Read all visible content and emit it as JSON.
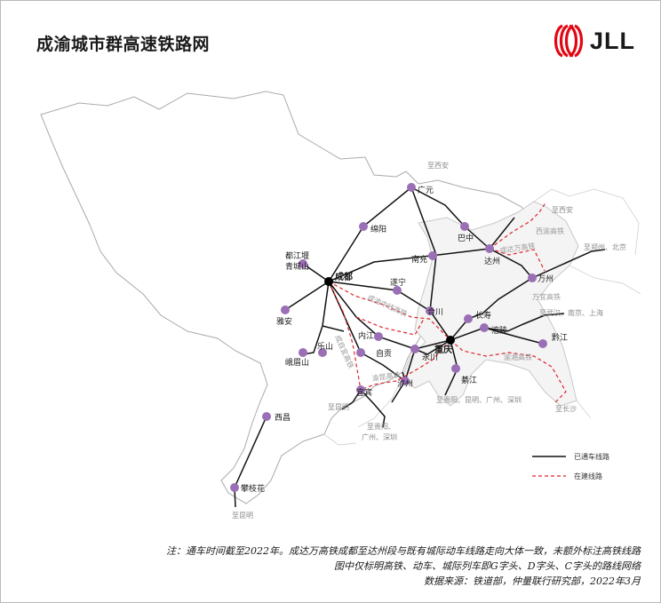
{
  "title": "成渝城市群高速铁路网",
  "brand": {
    "name": "JLL",
    "accent": "#e30613"
  },
  "colors": {
    "operating": "#111111",
    "construction": "#e0242b",
    "station": "#9b6fb5",
    "hub": "#000000"
  },
  "cities": [
    {
      "id": "chengdu",
      "name": "成都",
      "major": true
    },
    {
      "id": "chongqing",
      "name": "重庆",
      "major": true
    },
    {
      "id": "guangyuan",
      "name": "广元"
    },
    {
      "id": "mianyang",
      "name": "绵阳"
    },
    {
      "id": "bazhong",
      "name": "巴中"
    },
    {
      "id": "dujiangyan",
      "name": "都江堰"
    },
    {
      "id": "qingchengshan",
      "name": "青城山"
    },
    {
      "id": "nanchong",
      "name": "南充"
    },
    {
      "id": "dazhou",
      "name": "达州"
    },
    {
      "id": "wanzhou",
      "name": "万州"
    },
    {
      "id": "suining",
      "name": "遂宁"
    },
    {
      "id": "hechuan",
      "name": "合川"
    },
    {
      "id": "yaan",
      "name": "雅安"
    },
    {
      "id": "changshou",
      "name": "长寿"
    },
    {
      "id": "fuling",
      "name": "涪陵"
    },
    {
      "id": "qianjiang",
      "name": "黔江"
    },
    {
      "id": "neijiang",
      "name": "内江"
    },
    {
      "id": "yongchuan",
      "name": "永川"
    },
    {
      "id": "leshan",
      "name": "乐山"
    },
    {
      "id": "emeishan",
      "name": "峨眉山"
    },
    {
      "id": "zigong",
      "name": "自贡"
    },
    {
      "id": "qijiang",
      "name": "綦江"
    },
    {
      "id": "yibin",
      "name": "宜宾"
    },
    {
      "id": "luzhou",
      "name": "泸州"
    },
    {
      "id": "xichang",
      "name": "西昌"
    },
    {
      "id": "panzhihua",
      "name": "攀枝花"
    }
  ],
  "destinations": [
    {
      "id": "to-xian-1",
      "text": "至西安"
    },
    {
      "id": "to-xian-2",
      "text": "至西安"
    },
    {
      "id": "to-zhengzhou",
      "text": "至郑州、北京"
    },
    {
      "id": "to-wuhan",
      "text": "至武汉、南京、上海"
    },
    {
      "id": "to-changsha",
      "text": "至长沙"
    },
    {
      "id": "to-guiyang-1",
      "text": "至贵阳、昆明、广州、深圳"
    },
    {
      "id": "to-guiyang-2",
      "text": "至贵阳、"
    },
    {
      "id": "to-guiyang-3",
      "text": "广州、深圳"
    },
    {
      "id": "to-kunming-1",
      "text": "至昆明"
    },
    {
      "id": "to-kunming-2",
      "text": "至昆明"
    }
  ],
  "line_labels": [
    {
      "id": "xiyu",
      "text": "西渝高铁"
    },
    {
      "id": "chengdawan",
      "text": "成达万高铁"
    },
    {
      "id": "wanyi",
      "text": "万宜高铁"
    },
    {
      "id": "chengyuzhong",
      "text": "成渝中线高铁"
    },
    {
      "id": "chengzigong",
      "text": "成自宜高铁"
    },
    {
      "id": "yukunma",
      "text": "渝昆高铁"
    },
    {
      "id": "yuxiang",
      "text": "渝湘高铁"
    }
  ],
  "legend": {
    "operating": "已通车线路",
    "construction": "在建线路"
  },
  "notes": [
    "注：通车时间截至2022年。成达万高铁成都至达州段与既有城际动车线路走向大体一致，未额外标注高铁线路",
    "图中仅标明高铁、动车、城际列车即G字头、D字头、C字头的路线网络",
    "数据来源：铁道部，仲量联行研究部，2022年3月"
  ]
}
